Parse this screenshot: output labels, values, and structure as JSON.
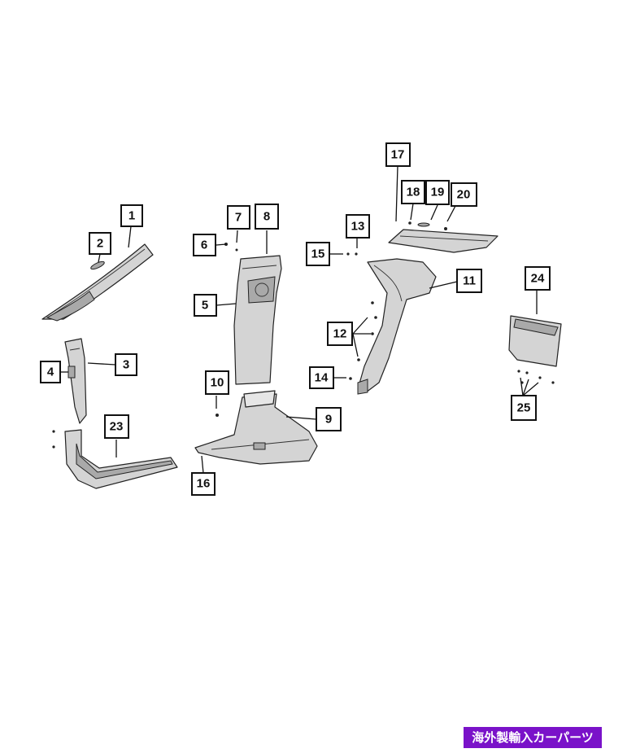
{
  "callouts": [
    "1",
    "2",
    "3",
    "4",
    "5",
    "6",
    "7",
    "8",
    "9",
    "10",
    "11",
    "12",
    "13",
    "14",
    "15",
    "16",
    "17",
    "18",
    "19",
    "20",
    "23",
    "24",
    "25"
  ],
  "watermark": "海外製輸入カーパーツ"
}
